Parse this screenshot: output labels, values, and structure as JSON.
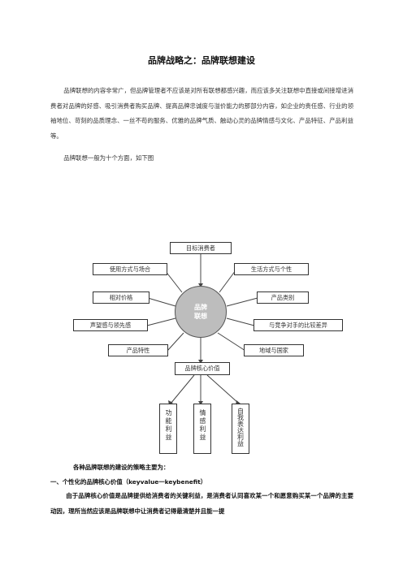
{
  "document": {
    "title": "品牌战略之：品牌联想建设",
    "paragraph1": "品牌联想的内容非常广，但品牌管理者不应该是对所有联想都感兴趣，而应该多关注联想中直接或间接增进消费者对品牌的好感、吸引消费者购买品牌、提高品牌忠诚度与溢价能力的那部分内容，如企业的责任感、行业的领袖地位、苛刻的品质理念、一丝不苟的服务、优雅的品牌气质、触动心灵的品牌情感与文化、产品特征、产品利益等。",
    "paragraph2": "品牌联想一般为十个方面，如下图",
    "strategy_heading": "各种品牌联想的建设的策略主要为：",
    "section1_heading": "一、个性化的品牌核心价值（keyvalue一keybenefit）",
    "section1_text": "由于品牌核心价值是品牌提供给消费者的关键利益，是消费者认同喜欢某一个和愿意购买某一个品牌的主要动因，理所当然应该是品牌联想中让消费者记得最清楚并且能一提"
  },
  "diagram": {
    "center": [
      "品牌",
      "联想"
    ],
    "top": "目标消费者",
    "left": [
      "使用方式与场合",
      "相对价格",
      "声望感与领先感",
      "产品特性"
    ],
    "right": [
      "生活方式与个性",
      "产品类别",
      "与竞争对手的比较差异",
      "地域与国家"
    ],
    "core_value": "品牌核心价值",
    "benefits": [
      "功能利益",
      "情感利益",
      "自我表达利益"
    ]
  }
}
